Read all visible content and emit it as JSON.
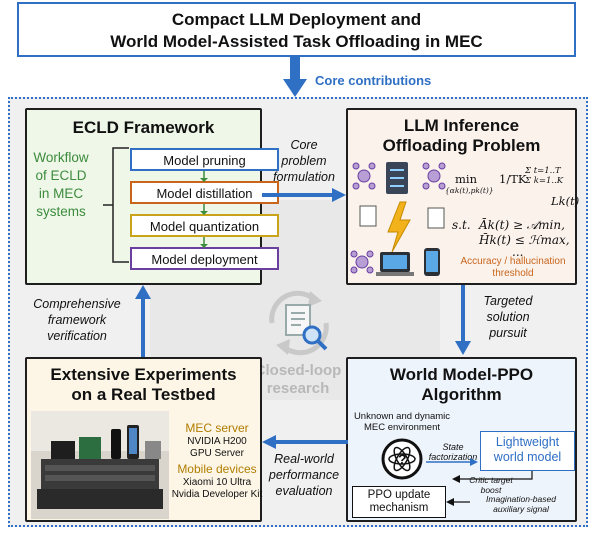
{
  "title": {
    "line1": "Compact LLM Deployment and",
    "line2": "World Model-Assisted Task Offloading in MEC"
  },
  "core_label": "Core contributions",
  "colors": {
    "accent": "#2f6fc4",
    "green": "#3d8b3d",
    "orange": "#c8651b",
    "gold": "#c9a41a",
    "purple": "#6a3fa0"
  },
  "ecld": {
    "title": "ECLD Framework",
    "side_lines": [
      "Workflow",
      "of ECLD",
      "in MEC",
      "systems"
    ],
    "steps": [
      "Model pruning",
      "Model distillation",
      "Model quantization",
      "Model deployment"
    ]
  },
  "problem": {
    "title_line1": "LLM Inference",
    "title_line2": "Offloading Problem",
    "formula": {
      "min": "min",
      "min_sub": "{αk(t),pk(t)}",
      "frac": "1/TK",
      "sum1": "Σ t=1..T",
      "sum2": "Σ k=1..K",
      "loss": "Lk(t)",
      "st": "s.t.",
      "c1": "Āk(t) ≥ 𝒜min,",
      "c2": "H̄k(t) ≤ ℋmax,",
      "dots": "..."
    },
    "threshold_line1": "Accuracy / hallucination",
    "threshold_line2": "threshold"
  },
  "experiments": {
    "title_line1": "Extensive Experiments",
    "title_line2": "on a Real Testbed",
    "mec_server_label": "MEC server",
    "mec_server_line1": "NVIDIA H200",
    "mec_server_line2": "GPU Server",
    "mobile_label": "Mobile devices",
    "mobile_line1": "Xiaomi 10 Ultra",
    "mobile_line2": "Nvidia Developer Kit"
  },
  "wmppo": {
    "title_line1": "World Model-PPO",
    "title_line2": "Algorithm",
    "env_line1": "Unknown and dynamic",
    "env_line2": "MEC environment",
    "state_line1": "State",
    "state_line2": "factorization",
    "lw_line1": "Lightweight",
    "lw_line2": "world model",
    "critic_line1": "Critic target",
    "critic_line2": "boost",
    "ppo_line1": "PPO update",
    "ppo_line2": "mechanism",
    "imag_line1": "Imagination-based",
    "imag_line2": "auxiliary signal"
  },
  "arrows": {
    "core_problem": [
      "Core",
      "problem",
      "formulation"
    ],
    "targeted": [
      "Targeted",
      "solution",
      "pursuit"
    ],
    "realworld": [
      "Real-world",
      "performance",
      "evaluation"
    ],
    "comprehensive": [
      "Comprehensive",
      "framework",
      "verification"
    ]
  },
  "center": {
    "line1": "Closed-loop",
    "line2": "research"
  }
}
